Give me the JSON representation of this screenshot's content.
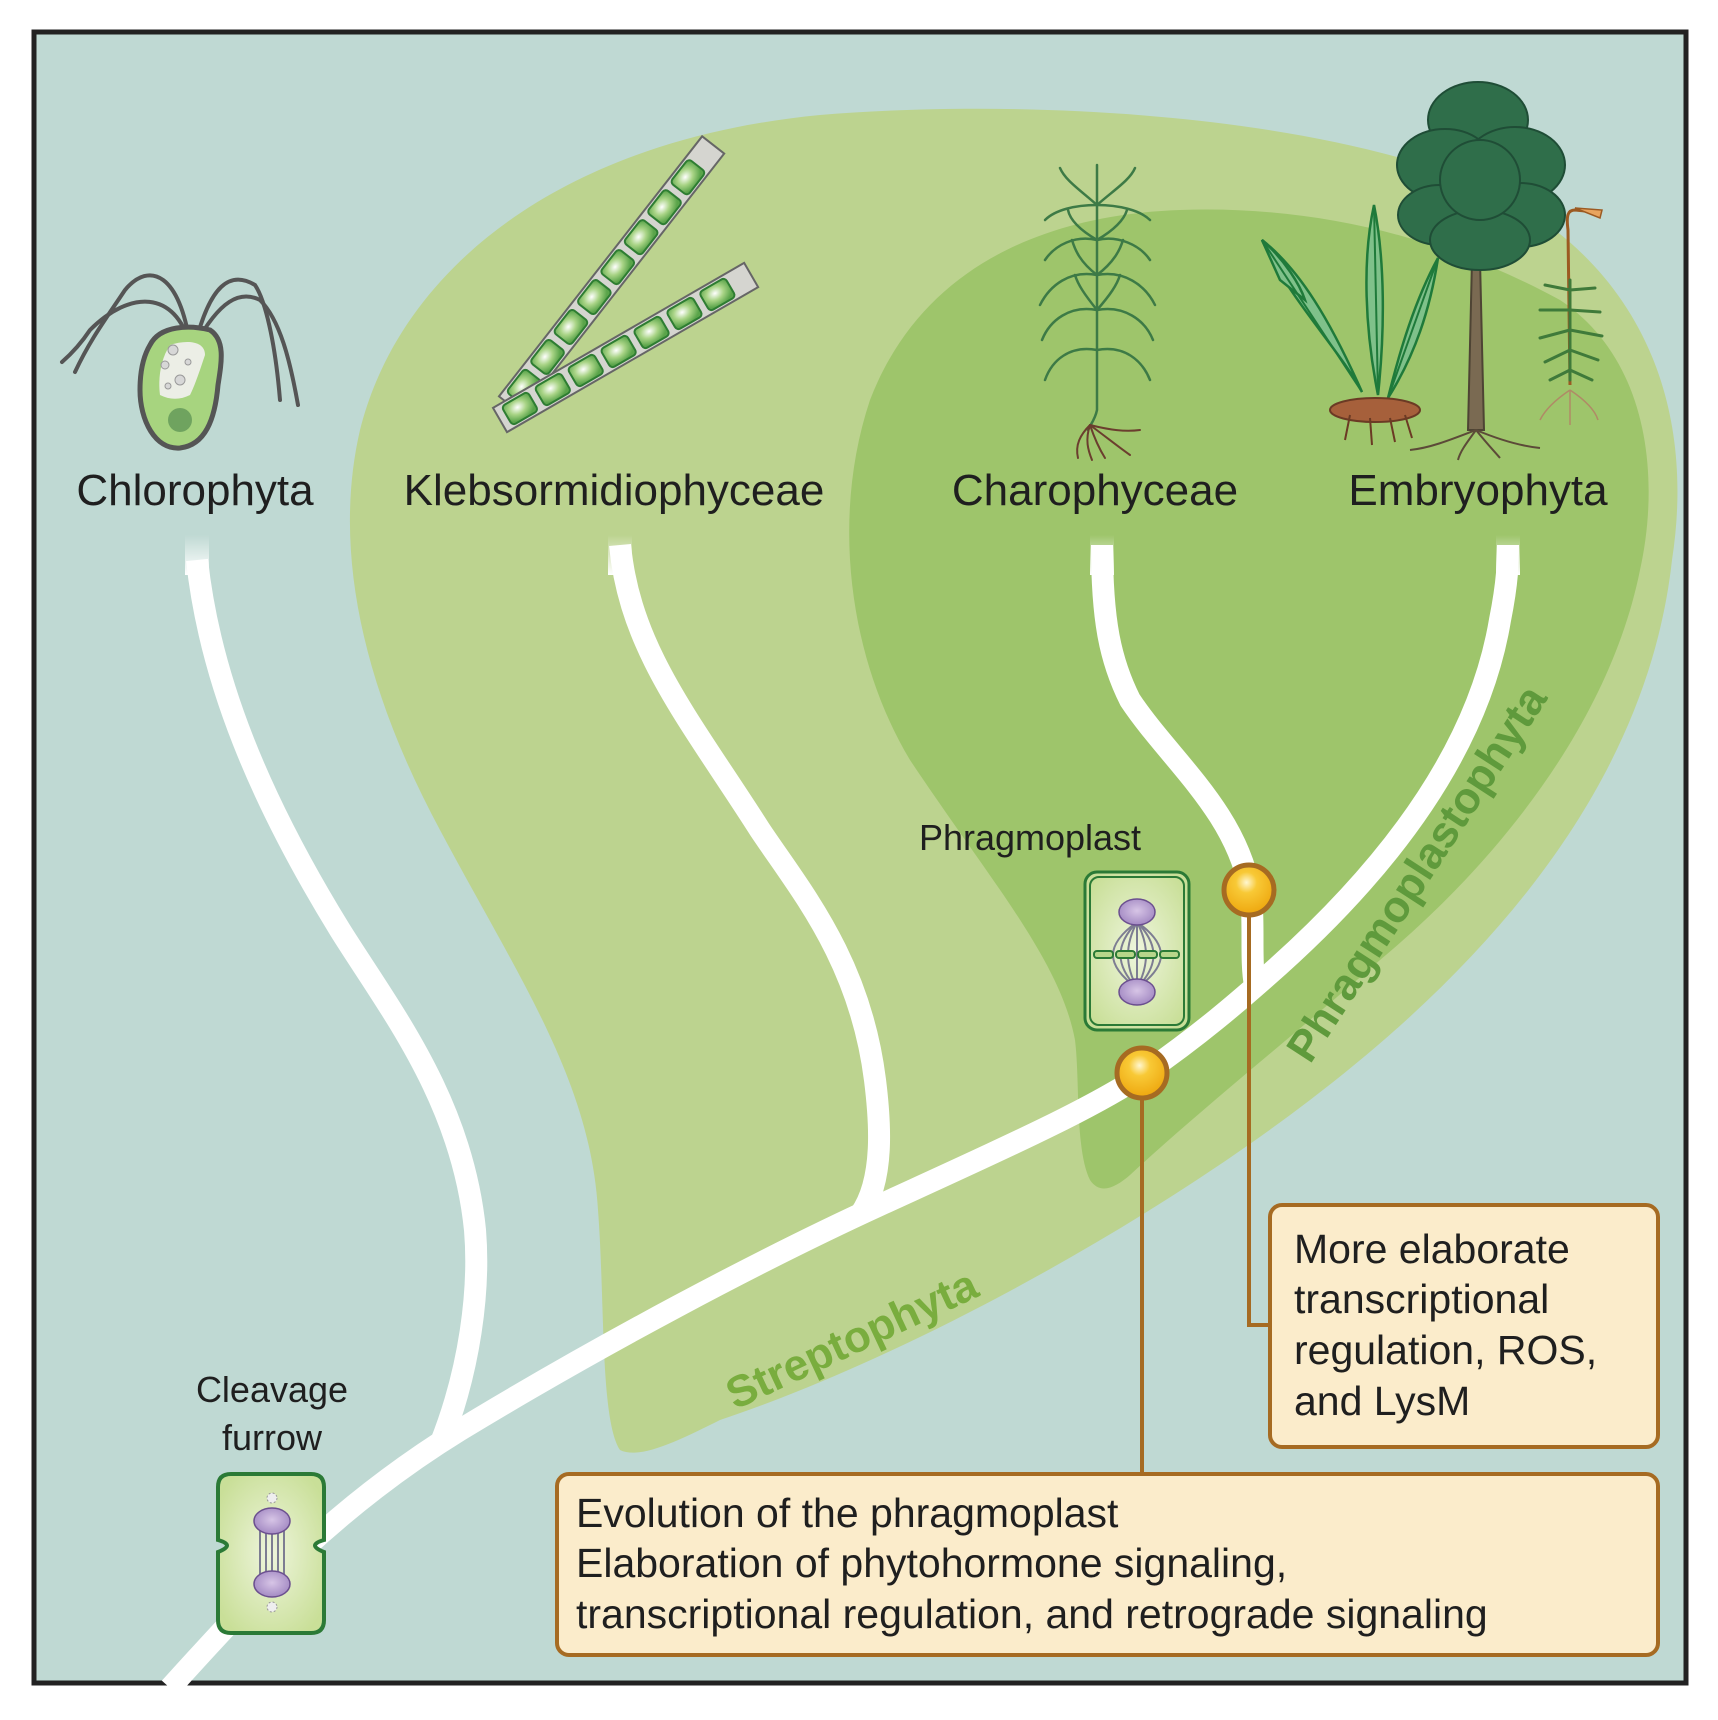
{
  "taxa": [
    {
      "name": "Chlorophyta",
      "illustration": "chlamydomonas-cell"
    },
    {
      "name": "Klebsormidiophyceae",
      "illustration": "filamentous-alga"
    },
    {
      "name": "Charophyceae",
      "illustration": "chara-plant"
    },
    {
      "name": "Embryophyta",
      "illustration": "fern-tree-moss"
    }
  ],
  "clades": {
    "streptophyta": "Streptophyta",
    "phragmoplastophyta": "Phragmoplastophyta"
  },
  "cell_division": {
    "cleavage_label_line1": "Cleavage",
    "cleavage_label_line2": "furrow",
    "phragmoplast_label": "Phragmoplast"
  },
  "annotations": {
    "box_lower": {
      "lines": [
        "Evolution of the phragmoplast",
        "Elaboration of phytohormone signaling,",
        "transcriptional regulation, and retrograde signaling"
      ]
    },
    "box_upper": {
      "lines": [
        "More elaborate",
        "transcriptional",
        "regulation, ROS,",
        "and LysM"
      ]
    }
  },
  "colors": {
    "background": "#bfd9d3",
    "streptophyta_fill": "#bcd38f",
    "phragmoplastophyta_fill": "#9ec56b",
    "branch": "#ffffff",
    "node_fill": "#f5b91e",
    "node_stroke": "#a66b22",
    "box_fill": "#fbeccb",
    "box_stroke": "#a66b22",
    "streptophyta_text": "#79ad3e",
    "phragmoplastophyta_text": "#5f9a3c",
    "frame": "#222222"
  }
}
